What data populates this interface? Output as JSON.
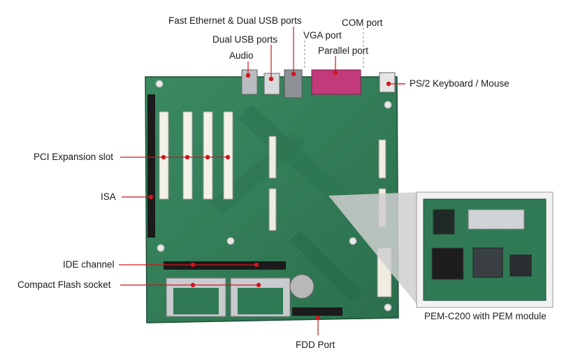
{
  "labels": {
    "fast_ethernet_usb": "Fast Ethernet & Dual USB ports",
    "com_port": "COM port",
    "dual_usb": "Dual USB ports",
    "vga_port": "VGA port",
    "parallel_port": "Parallel port",
    "audio": "Audio",
    "ps2": "PS/2 Keyboard / Mouse",
    "pci_slot": "PCI Expansion slot",
    "isa": "ISA",
    "ide_channel": "IDE channel",
    "compact_flash": "Compact Flash socket",
    "fdd_port": "FDD Port",
    "module_caption": "PEM-C200 with PEM module"
  },
  "colors": {
    "board": "#2f7a55",
    "board_dark": "#1e5a3c",
    "leader": "#d0161e",
    "parallel_connector": "#c23a7a",
    "slot_white": "#f3f1e8"
  }
}
